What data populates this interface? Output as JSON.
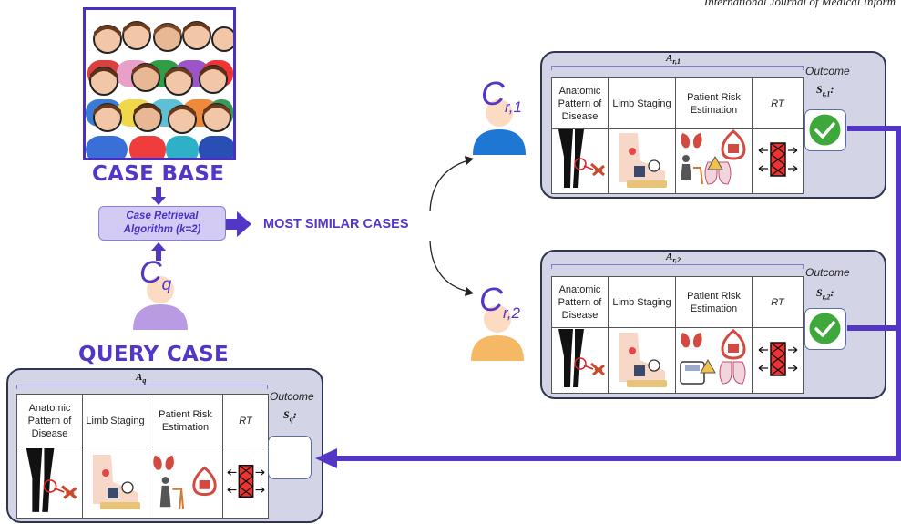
{
  "header": {
    "journal": "International Journal of Medical Inform"
  },
  "case_base": {
    "title": "CASE BASE"
  },
  "algorithm": {
    "line1": "Case Retrieval",
    "line2": "Algorithm (k=2)"
  },
  "most_similar": {
    "label": "MOST SIMILAR CASES"
  },
  "query": {
    "title": "QUERY CASE",
    "case_symbol": "C",
    "case_sub": "q",
    "attr_label": "A",
    "attr_sub": "q",
    "outcome_label": "Outcome",
    "score_label": "S",
    "score_sub": "q",
    "score_suffix": ":"
  },
  "retrieved": [
    {
      "case_symbol": "C",
      "case_sub": "r,1",
      "attr_label": "A",
      "attr_sub": "r,1",
      "outcome_label": "Outcome",
      "score_label": "S",
      "score_sub": "r,1",
      "score_suffix": ":"
    },
    {
      "case_symbol": "C",
      "case_sub": "r,2",
      "attr_label": "A",
      "attr_sub": "r,2",
      "outcome_label": "Outcome",
      "score_label": "S",
      "score_sub": "r,2",
      "score_suffix": ":"
    }
  ],
  "columns": {
    "anatomic": "Anatomic Pattern of Disease",
    "limb": "Limb Staging",
    "risk": "Patient Risk Estimation",
    "rt": "RT"
  },
  "colors": {
    "accent": "#5436c6",
    "panel": "#d3d4e6",
    "panel_border": "#2f3550",
    "check_green": "#3ea83a",
    "person_query": "#b99be3",
    "person_r1": "#1f77d4",
    "person_r2": "#f5b865"
  }
}
